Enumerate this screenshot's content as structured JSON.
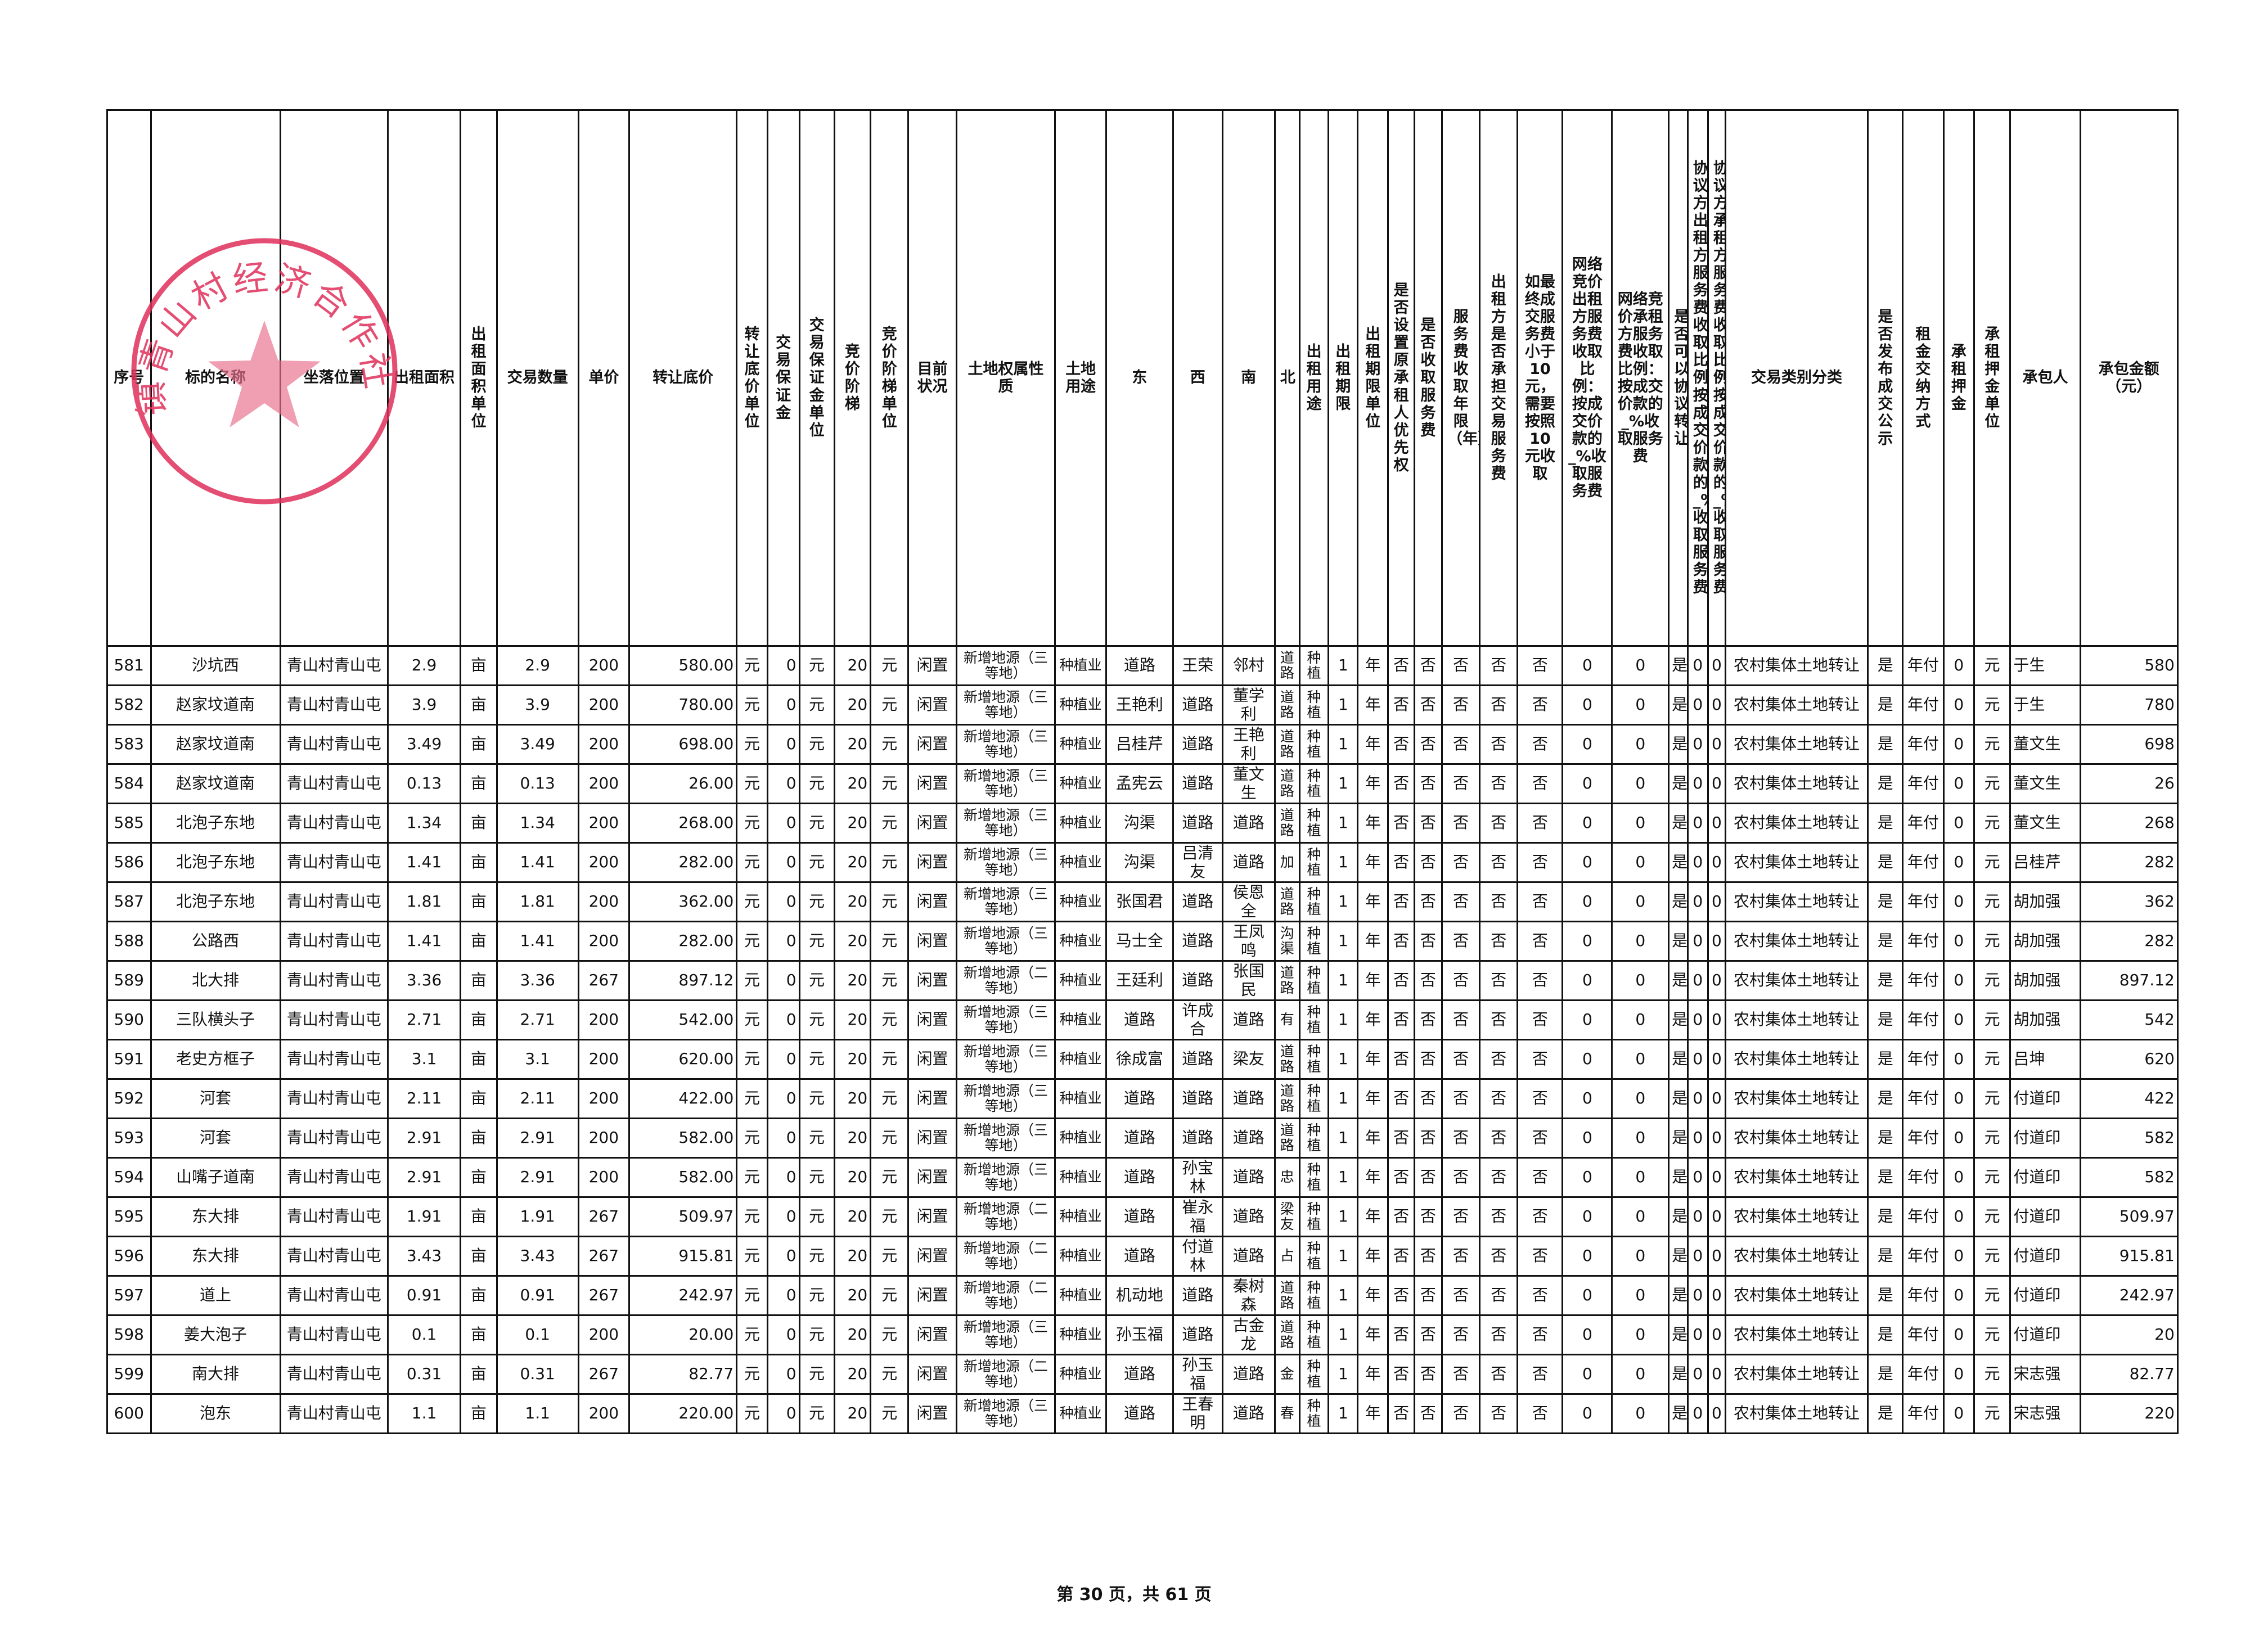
{
  "header": [
    "序号",
    "标的名称",
    "坐落位置",
    "出租面积",
    "出租面积单位",
    "交易数量",
    "单价",
    "转让底价",
    "转让底价单位",
    "交易保证金",
    "交易保证金单位",
    "竞价阶梯",
    "竞价阶梯单位",
    "目前状况",
    "土地权属性质",
    "土地用途",
    "东",
    "西",
    "南",
    "北",
    "出租用途",
    "出租期限",
    "出租期限单位",
    "是否设置原承租人优先权",
    "是否收取服务费",
    "服务费收取年限（年）",
    "出租方是否承担交易服务费",
    "如最终成交服务费小于10元，需要按照10元收取",
    "网络竞价出租方服务费收取比例：按成交价款的_%收取服务费",
    "网络竞价承租方服务费收取比例：按成交价款的_%收取服务费",
    "是否可以协议转让",
    "协议方出租方服务费收取比例：按成交价款的_%收取服务费",
    "协议方承租方服务费收取比例：按成交价款的_%收取服务费",
    "交易类别分类",
    "是否发布成交公示",
    "租金交纳方式",
    "承租押金",
    "承租押金单位",
    "承包人",
    "承包金额（元）"
  ],
  "rows": [
    [
      "581",
      "沙坑西",
      "青山村青山屯",
      "2.9",
      "亩",
      "2.9",
      "200",
      "580.00",
      "元",
      "0",
      "元",
      "20",
      "元",
      "闲置",
      "新增地源（三等地）",
      "种植业",
      "道路",
      "王荣",
      "邻村",
      "道路",
      "种植",
      "1",
      "年",
      "否",
      "否",
      "否",
      "否",
      "否",
      "0",
      "0",
      "是",
      "0",
      "0",
      "农村集体土地转让",
      "是",
      "年付",
      "0",
      "元",
      "于生",
      "580"
    ],
    [
      "582",
      "赵家坟道南",
      "青山村青山屯",
      "3.9",
      "亩",
      "3.9",
      "200",
      "780.00",
      "元",
      "0",
      "元",
      "20",
      "元",
      "闲置",
      "新增地源（三等地）",
      "种植业",
      "王艳利",
      "道路",
      "董学利",
      "道路",
      "种植",
      "1",
      "年",
      "否",
      "否",
      "否",
      "否",
      "否",
      "0",
      "0",
      "是",
      "0",
      "0",
      "农村集体土地转让",
      "是",
      "年付",
      "0",
      "元",
      "于生",
      "780"
    ],
    [
      "583",
      "赵家坟道南",
      "青山村青山屯",
      "3.49",
      "亩",
      "3.49",
      "200",
      "698.00",
      "元",
      "0",
      "元",
      "20",
      "元",
      "闲置",
      "新增地源（三等地）",
      "种植业",
      "吕桂芹",
      "道路",
      "王艳利",
      "道路",
      "种植",
      "1",
      "年",
      "否",
      "否",
      "否",
      "否",
      "否",
      "0",
      "0",
      "是",
      "0",
      "0",
      "农村集体土地转让",
      "是",
      "年付",
      "0",
      "元",
      "董文生",
      "698"
    ],
    [
      "584",
      "赵家坟道南",
      "青山村青山屯",
      "0.13",
      "亩",
      "0.13",
      "200",
      "26.00",
      "元",
      "0",
      "元",
      "20",
      "元",
      "闲置",
      "新增地源（三等地）",
      "种植业",
      "孟宪云",
      "道路",
      "董文生",
      "道路",
      "种植",
      "1",
      "年",
      "否",
      "否",
      "否",
      "否",
      "否",
      "0",
      "0",
      "是",
      "0",
      "0",
      "农村集体土地转让",
      "是",
      "年付",
      "0",
      "元",
      "董文生",
      "26"
    ],
    [
      "585",
      "北泡子东地",
      "青山村青山屯",
      "1.34",
      "亩",
      "1.34",
      "200",
      "268.00",
      "元",
      "0",
      "元",
      "20",
      "元",
      "闲置",
      "新增地源（三等地）",
      "种植业",
      "沟渠",
      "道路",
      "道路",
      "道路",
      "种植",
      "1",
      "年",
      "否",
      "否",
      "否",
      "否",
      "否",
      "0",
      "0",
      "是",
      "0",
      "0",
      "农村集体土地转让",
      "是",
      "年付",
      "0",
      "元",
      "董文生",
      "268"
    ],
    [
      "586",
      "北泡子东地",
      "青山村青山屯",
      "1.41",
      "亩",
      "1.41",
      "200",
      "282.00",
      "元",
      "0",
      "元",
      "20",
      "元",
      "闲置",
      "新增地源（三等地）",
      "种植业",
      "沟渠",
      "吕清友",
      "道路",
      "加",
      "种植",
      "1",
      "年",
      "否",
      "否",
      "否",
      "否",
      "否",
      "0",
      "0",
      "是",
      "0",
      "0",
      "农村集体土地转让",
      "是",
      "年付",
      "0",
      "元",
      "吕桂芹",
      "282"
    ],
    [
      "587",
      "北泡子东地",
      "青山村青山屯",
      "1.81",
      "亩",
      "1.81",
      "200",
      "362.00",
      "元",
      "0",
      "元",
      "20",
      "元",
      "闲置",
      "新增地源（三等地）",
      "种植业",
      "张国君",
      "道路",
      "侯恩全",
      "道路",
      "种植",
      "1",
      "年",
      "否",
      "否",
      "否",
      "否",
      "否",
      "0",
      "0",
      "是",
      "0",
      "0",
      "农村集体土地转让",
      "是",
      "年付",
      "0",
      "元",
      "胡加强",
      "362"
    ],
    [
      "588",
      "公路西",
      "青山村青山屯",
      "1.41",
      "亩",
      "1.41",
      "200",
      "282.00",
      "元",
      "0",
      "元",
      "20",
      "元",
      "闲置",
      "新增地源（三等地）",
      "种植业",
      "马士全",
      "道路",
      "王凤鸣",
      "沟渠",
      "种植",
      "1",
      "年",
      "否",
      "否",
      "否",
      "否",
      "否",
      "0",
      "0",
      "是",
      "0",
      "0",
      "农村集体土地转让",
      "是",
      "年付",
      "0",
      "元",
      "胡加强",
      "282"
    ],
    [
      "589",
      "北大排",
      "青山村青山屯",
      "3.36",
      "亩",
      "3.36",
      "267",
      "897.12",
      "元",
      "0",
      "元",
      "20",
      "元",
      "闲置",
      "新增地源（二等地）",
      "种植业",
      "王廷利",
      "道路",
      "张国民",
      "道路",
      "种植",
      "1",
      "年",
      "否",
      "否",
      "否",
      "否",
      "否",
      "0",
      "0",
      "是",
      "0",
      "0",
      "农村集体土地转让",
      "是",
      "年付",
      "0",
      "元",
      "胡加强",
      "897.12"
    ],
    [
      "590",
      "三队横头子",
      "青山村青山屯",
      "2.71",
      "亩",
      "2.71",
      "200",
      "542.00",
      "元",
      "0",
      "元",
      "20",
      "元",
      "闲置",
      "新增地源（三等地）",
      "种植业",
      "道路",
      "许成合",
      "道路",
      "有",
      "种植",
      "1",
      "年",
      "否",
      "否",
      "否",
      "否",
      "否",
      "0",
      "0",
      "是",
      "0",
      "0",
      "农村集体土地转让",
      "是",
      "年付",
      "0",
      "元",
      "胡加强",
      "542"
    ],
    [
      "591",
      "老史方框子",
      "青山村青山屯",
      "3.1",
      "亩",
      "3.1",
      "200",
      "620.00",
      "元",
      "0",
      "元",
      "20",
      "元",
      "闲置",
      "新增地源（三等地）",
      "种植业",
      "徐成富",
      "道路",
      "梁友",
      "道路",
      "种植",
      "1",
      "年",
      "否",
      "否",
      "否",
      "否",
      "否",
      "0",
      "0",
      "是",
      "0",
      "0",
      "农村集体土地转让",
      "是",
      "年付",
      "0",
      "元",
      "吕坤",
      "620"
    ],
    [
      "592",
      "河套",
      "青山村青山屯",
      "2.11",
      "亩",
      "2.11",
      "200",
      "422.00",
      "元",
      "0",
      "元",
      "20",
      "元",
      "闲置",
      "新增地源（三等地）",
      "种植业",
      "道路",
      "道路",
      "道路",
      "道路",
      "种植",
      "1",
      "年",
      "否",
      "否",
      "否",
      "否",
      "否",
      "0",
      "0",
      "是",
      "0",
      "0",
      "农村集体土地转让",
      "是",
      "年付",
      "0",
      "元",
      "付道印",
      "422"
    ],
    [
      "593",
      "河套",
      "青山村青山屯",
      "2.91",
      "亩",
      "2.91",
      "200",
      "582.00",
      "元",
      "0",
      "元",
      "20",
      "元",
      "闲置",
      "新增地源（三等地）",
      "种植业",
      "道路",
      "道路",
      "道路",
      "道路",
      "种植",
      "1",
      "年",
      "否",
      "否",
      "否",
      "否",
      "否",
      "0",
      "0",
      "是",
      "0",
      "0",
      "农村集体土地转让",
      "是",
      "年付",
      "0",
      "元",
      "付道印",
      "582"
    ],
    [
      "594",
      "山嘴子道南",
      "青山村青山屯",
      "2.91",
      "亩",
      "2.91",
      "200",
      "582.00",
      "元",
      "0",
      "元",
      "20",
      "元",
      "闲置",
      "新增地源（三等地）",
      "种植业",
      "道路",
      "孙宝林",
      "道路",
      "忠",
      "种植",
      "1",
      "年",
      "否",
      "否",
      "否",
      "否",
      "否",
      "0",
      "0",
      "是",
      "0",
      "0",
      "农村集体土地转让",
      "是",
      "年付",
      "0",
      "元",
      "付道印",
      "582"
    ],
    [
      "595",
      "东大排",
      "青山村青山屯",
      "1.91",
      "亩",
      "1.91",
      "267",
      "509.97",
      "元",
      "0",
      "元",
      "20",
      "元",
      "闲置",
      "新增地源（二等地）",
      "种植业",
      "道路",
      "崔永福",
      "道路",
      "梁友",
      "种植",
      "1",
      "年",
      "否",
      "否",
      "否",
      "否",
      "否",
      "0",
      "0",
      "是",
      "0",
      "0",
      "农村集体土地转让",
      "是",
      "年付",
      "0",
      "元",
      "付道印",
      "509.97"
    ],
    [
      "596",
      "东大排",
      "青山村青山屯",
      "3.43",
      "亩",
      "3.43",
      "267",
      "915.81",
      "元",
      "0",
      "元",
      "20",
      "元",
      "闲置",
      "新增地源（二等地）",
      "种植业",
      "道路",
      "付道林",
      "道路",
      "占",
      "种植",
      "1",
      "年",
      "否",
      "否",
      "否",
      "否",
      "否",
      "0",
      "0",
      "是",
      "0",
      "0",
      "农村集体土地转让",
      "是",
      "年付",
      "0",
      "元",
      "付道印",
      "915.81"
    ],
    [
      "597",
      "道上",
      "青山村青山屯",
      "0.91",
      "亩",
      "0.91",
      "267",
      "242.97",
      "元",
      "0",
      "元",
      "20",
      "元",
      "闲置",
      "新增地源（二等地）",
      "种植业",
      "机动地",
      "道路",
      "秦树森",
      "道路",
      "种植",
      "1",
      "年",
      "否",
      "否",
      "否",
      "否",
      "否",
      "0",
      "0",
      "是",
      "0",
      "0",
      "农村集体土地转让",
      "是",
      "年付",
      "0",
      "元",
      "付道印",
      "242.97"
    ],
    [
      "598",
      "姜大泡子",
      "青山村青山屯",
      "0.1",
      "亩",
      "0.1",
      "200",
      "20.00",
      "元",
      "0",
      "元",
      "20",
      "元",
      "闲置",
      "新增地源（三等地）",
      "种植业",
      "孙玉福",
      "道路",
      "古金龙",
      "道路",
      "种植",
      "1",
      "年",
      "否",
      "否",
      "否",
      "否",
      "否",
      "0",
      "0",
      "是",
      "0",
      "0",
      "农村集体土地转让",
      "是",
      "年付",
      "0",
      "元",
      "付道印",
      "20"
    ],
    [
      "599",
      "南大排",
      "青山村青山屯",
      "0.31",
      "亩",
      "0.31",
      "267",
      "82.77",
      "元",
      "0",
      "元",
      "20",
      "元",
      "闲置",
      "新增地源（二等地）",
      "种植业",
      "道路",
      "孙玉福",
      "道路",
      "金",
      "种植",
      "1",
      "年",
      "否",
      "否",
      "否",
      "否",
      "否",
      "0",
      "0",
      "是",
      "0",
      "0",
      "农村集体土地转让",
      "是",
      "年付",
      "0",
      "元",
      "宋志强",
      "82.77"
    ],
    [
      "600",
      "泡东",
      "青山村青山屯",
      "1.1",
      "亩",
      "1.1",
      "200",
      "220.00",
      "元",
      "0",
      "元",
      "20",
      "元",
      "闲置",
      "新增地源（三等地）",
      "种植业",
      "道路",
      "王春明",
      "道路",
      "春",
      "种植",
      "1",
      "年",
      "否",
      "否",
      "否",
      "否",
      "否",
      "0",
      "0",
      "是",
      "0",
      "0",
      "农村集体土地转让",
      "是",
      "年付",
      "0",
      "元",
      "宋志强",
      "220"
    ]
  ],
  "stamp": {
    "text": "镇青山村经济合作社",
    "color": "#e0305a"
  },
  "footer": {
    "page_label": "第 30 页，共 61 页"
  }
}
